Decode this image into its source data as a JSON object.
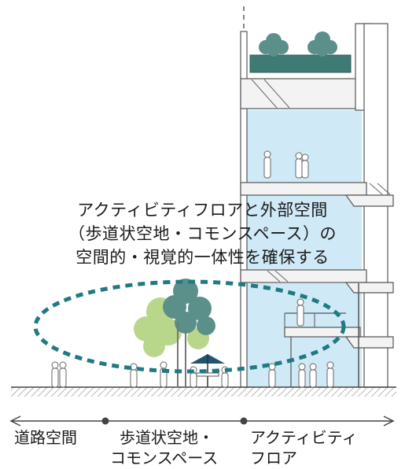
{
  "caption": {
    "line1": "アクティビティフロアと外部空間",
    "line2": "（歩道状空地・コモンスペース）の",
    "line3": "空間的・視覚的一体性を確保する"
  },
  "zones": {
    "road": "道路空間",
    "sidewalk_line1": "歩道状空地・",
    "sidewalk_line2": "コモンスペース",
    "activity_line1": "アクティビティ",
    "activity_line2": "フロア"
  },
  "colors": {
    "glass": "#cfe9f7",
    "ellipse": "#1f7a82",
    "tree_dark": "#5b8f8a",
    "tree_light": "#b9d78a",
    "ground_hatch": "#9a9a9a",
    "umbrella": "#1e5570"
  }
}
